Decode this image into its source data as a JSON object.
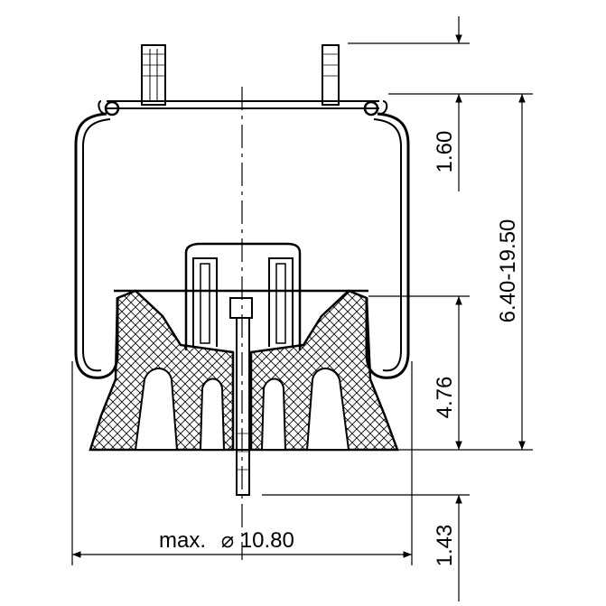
{
  "diagram": {
    "dimensions": {
      "top_height": "1.60",
      "overall_height": "6.40-19.50",
      "piston_height": "4.76",
      "stud_length": "1.43",
      "diameter_prefix": "max.",
      "diameter_symbol": "⌀",
      "diameter_value": "10.80"
    },
    "colors": {
      "ink": "#000000",
      "background": "#ffffff"
    }
  }
}
